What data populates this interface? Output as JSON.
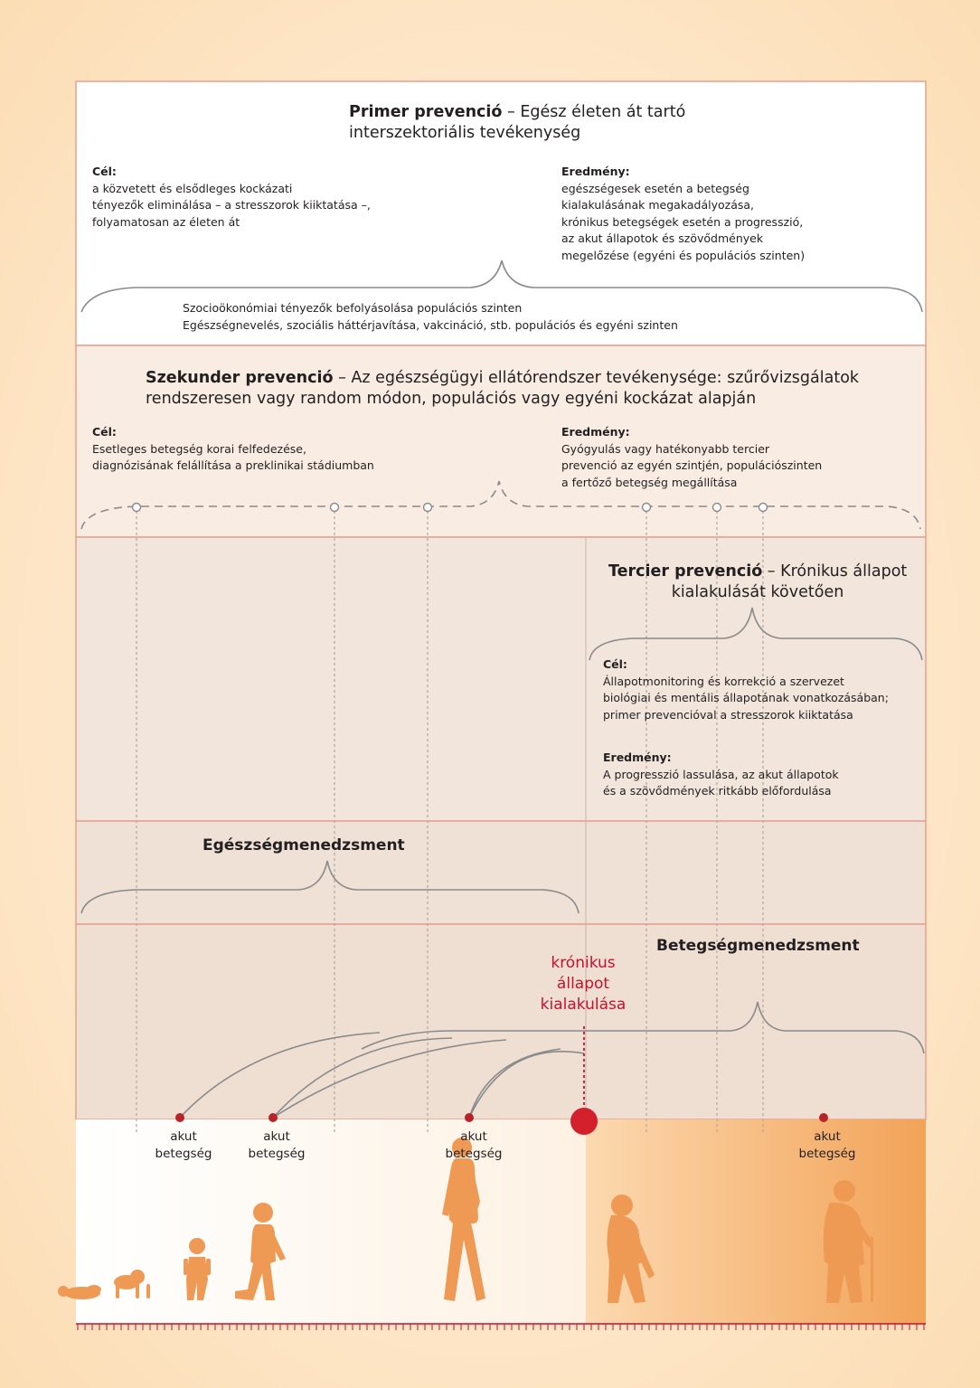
{
  "primer": {
    "title_bold": "Primer prevenció",
    "title_rest": " – Egész életen át tartó",
    "title_line2": "interszektoriális tevékenység",
    "cel_label": "Cél:",
    "cel_lines": [
      "a közvetett és elsődleges kockázati",
      "tényezők eliminálása – a stresszorok kiiktatása –,",
      "folyamatosan az életen át"
    ],
    "ered_label": "Eredmény:",
    "ered_lines": [
      "egészségesek esetén a betegség",
      "kialakulásának megakadályozása,",
      "krónikus betegségek esetén a progresszió,",
      "az akut állapotok és szövődmények",
      "megelőzése (egyéni és populációs szinten)"
    ],
    "brace_lines": [
      "Szocioökonómiai tényezők befolyásolása populációs szinten",
      "Egészségnevelés, szociális háttérjavítása, vakcináció, stb. populációs és egyéni szinten"
    ]
  },
  "szekunder": {
    "title_bold": "Szekunder prevenció",
    "title_rest": " – Az egészségügyi ellátórendszer tevékenysége: szűrővizsgálatok",
    "title_line2": "rendszeresen vagy random módon, populációs vagy egyéni kockázat alapján",
    "cel_label": "Cél:",
    "cel_lines": [
      "Esetleges betegség korai felfedezése,",
      "diagnózisának felállítása a preklinikai stádiumban"
    ],
    "ered_label": "Eredmény:",
    "ered_lines": [
      "Gyógyulás vagy hatékonyabb tercier",
      "prevenció az egyén szintjén, populációszinten",
      "a fertőző betegség megállítása"
    ]
  },
  "tercier": {
    "title_bold": "Tercier prevenció",
    "title_rest": " – Krónikus állapot",
    "title_line2": "kialakulását követően",
    "cel_label": "Cél:",
    "cel_lines": [
      "Állapotmonitoring és korrekció a szervezet",
      "biológiai és mentális állapotának vonatkozásában;",
      "primer prevencióval a stresszorok kiiktatása"
    ],
    "ered_label": "Eredmény:",
    "ered_lines": [
      "A progresszió lassulása, az akut állapotok",
      "és a szövődmények ritkább előfordulása"
    ]
  },
  "egeszseg": {
    "label": "Egészségmenedzsment"
  },
  "betegseg": {
    "label": "Betegségmenedzsment"
  },
  "kronikus": {
    "lines": [
      "krónikus",
      "állapot",
      "kialakulása"
    ]
  },
  "akut": {
    "line1": "akut",
    "line2": "betegség"
  },
  "colors": {
    "page_bg": "#fde6c8",
    "box_border": "#e8a08e",
    "primer_bg": "#ffffff",
    "szekunder_bg": "#f9ece2",
    "lower_bg": "#f1e2d8",
    "accent_red": "#c8102e",
    "figure": "#ee9a55",
    "brace": "#8a8a8a"
  },
  "figures": [
    "baby-lying-icon",
    "baby-crawling-icon",
    "toddler-icon",
    "child-walking-icon",
    "adult-walking-icon",
    "elderly-icon",
    "elderly-cane-icon"
  ]
}
